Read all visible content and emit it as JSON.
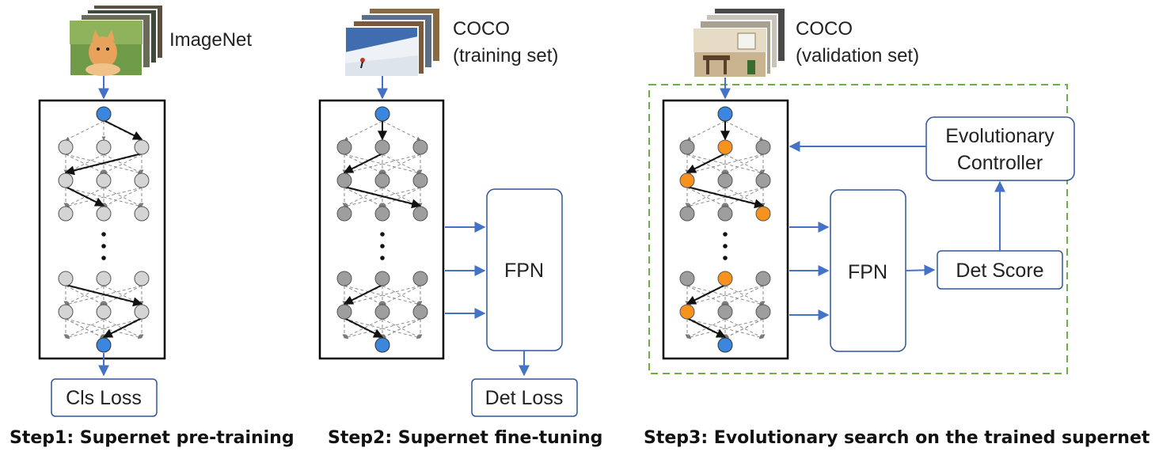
{
  "step1": {
    "dataset_label": "ImageNet",
    "loss_label": "Cls Loss",
    "caption": "Step1: Supernet pre-training"
  },
  "step2": {
    "dataset_line1": "COCO",
    "dataset_line2": "(training set)",
    "fpn_label": "FPN",
    "loss_label": "Det Loss",
    "caption": "Step2: Supernet fine-tuning"
  },
  "step3": {
    "dataset_line1": "COCO",
    "dataset_line2": "(validation set)",
    "fpn_label": "FPN",
    "score_label": "Det Score",
    "controller_line1": "Evolutionary",
    "controller_line2": "Controller",
    "caption": "Step3: Evolutionary search on the trained supernet"
  },
  "colors": {
    "blue_node": "#3b87e0",
    "light_node": "#d4d4d4",
    "dark_node": "#9e9e9e",
    "orange_node": "#f7921e",
    "arrow": "#4472c4",
    "box_border": "#2f5597",
    "dashed_border": "#70ad47"
  },
  "icons": [
    "kitten-photo-icon",
    "ski-slope-photo-icon",
    "room-photo-icon"
  ]
}
